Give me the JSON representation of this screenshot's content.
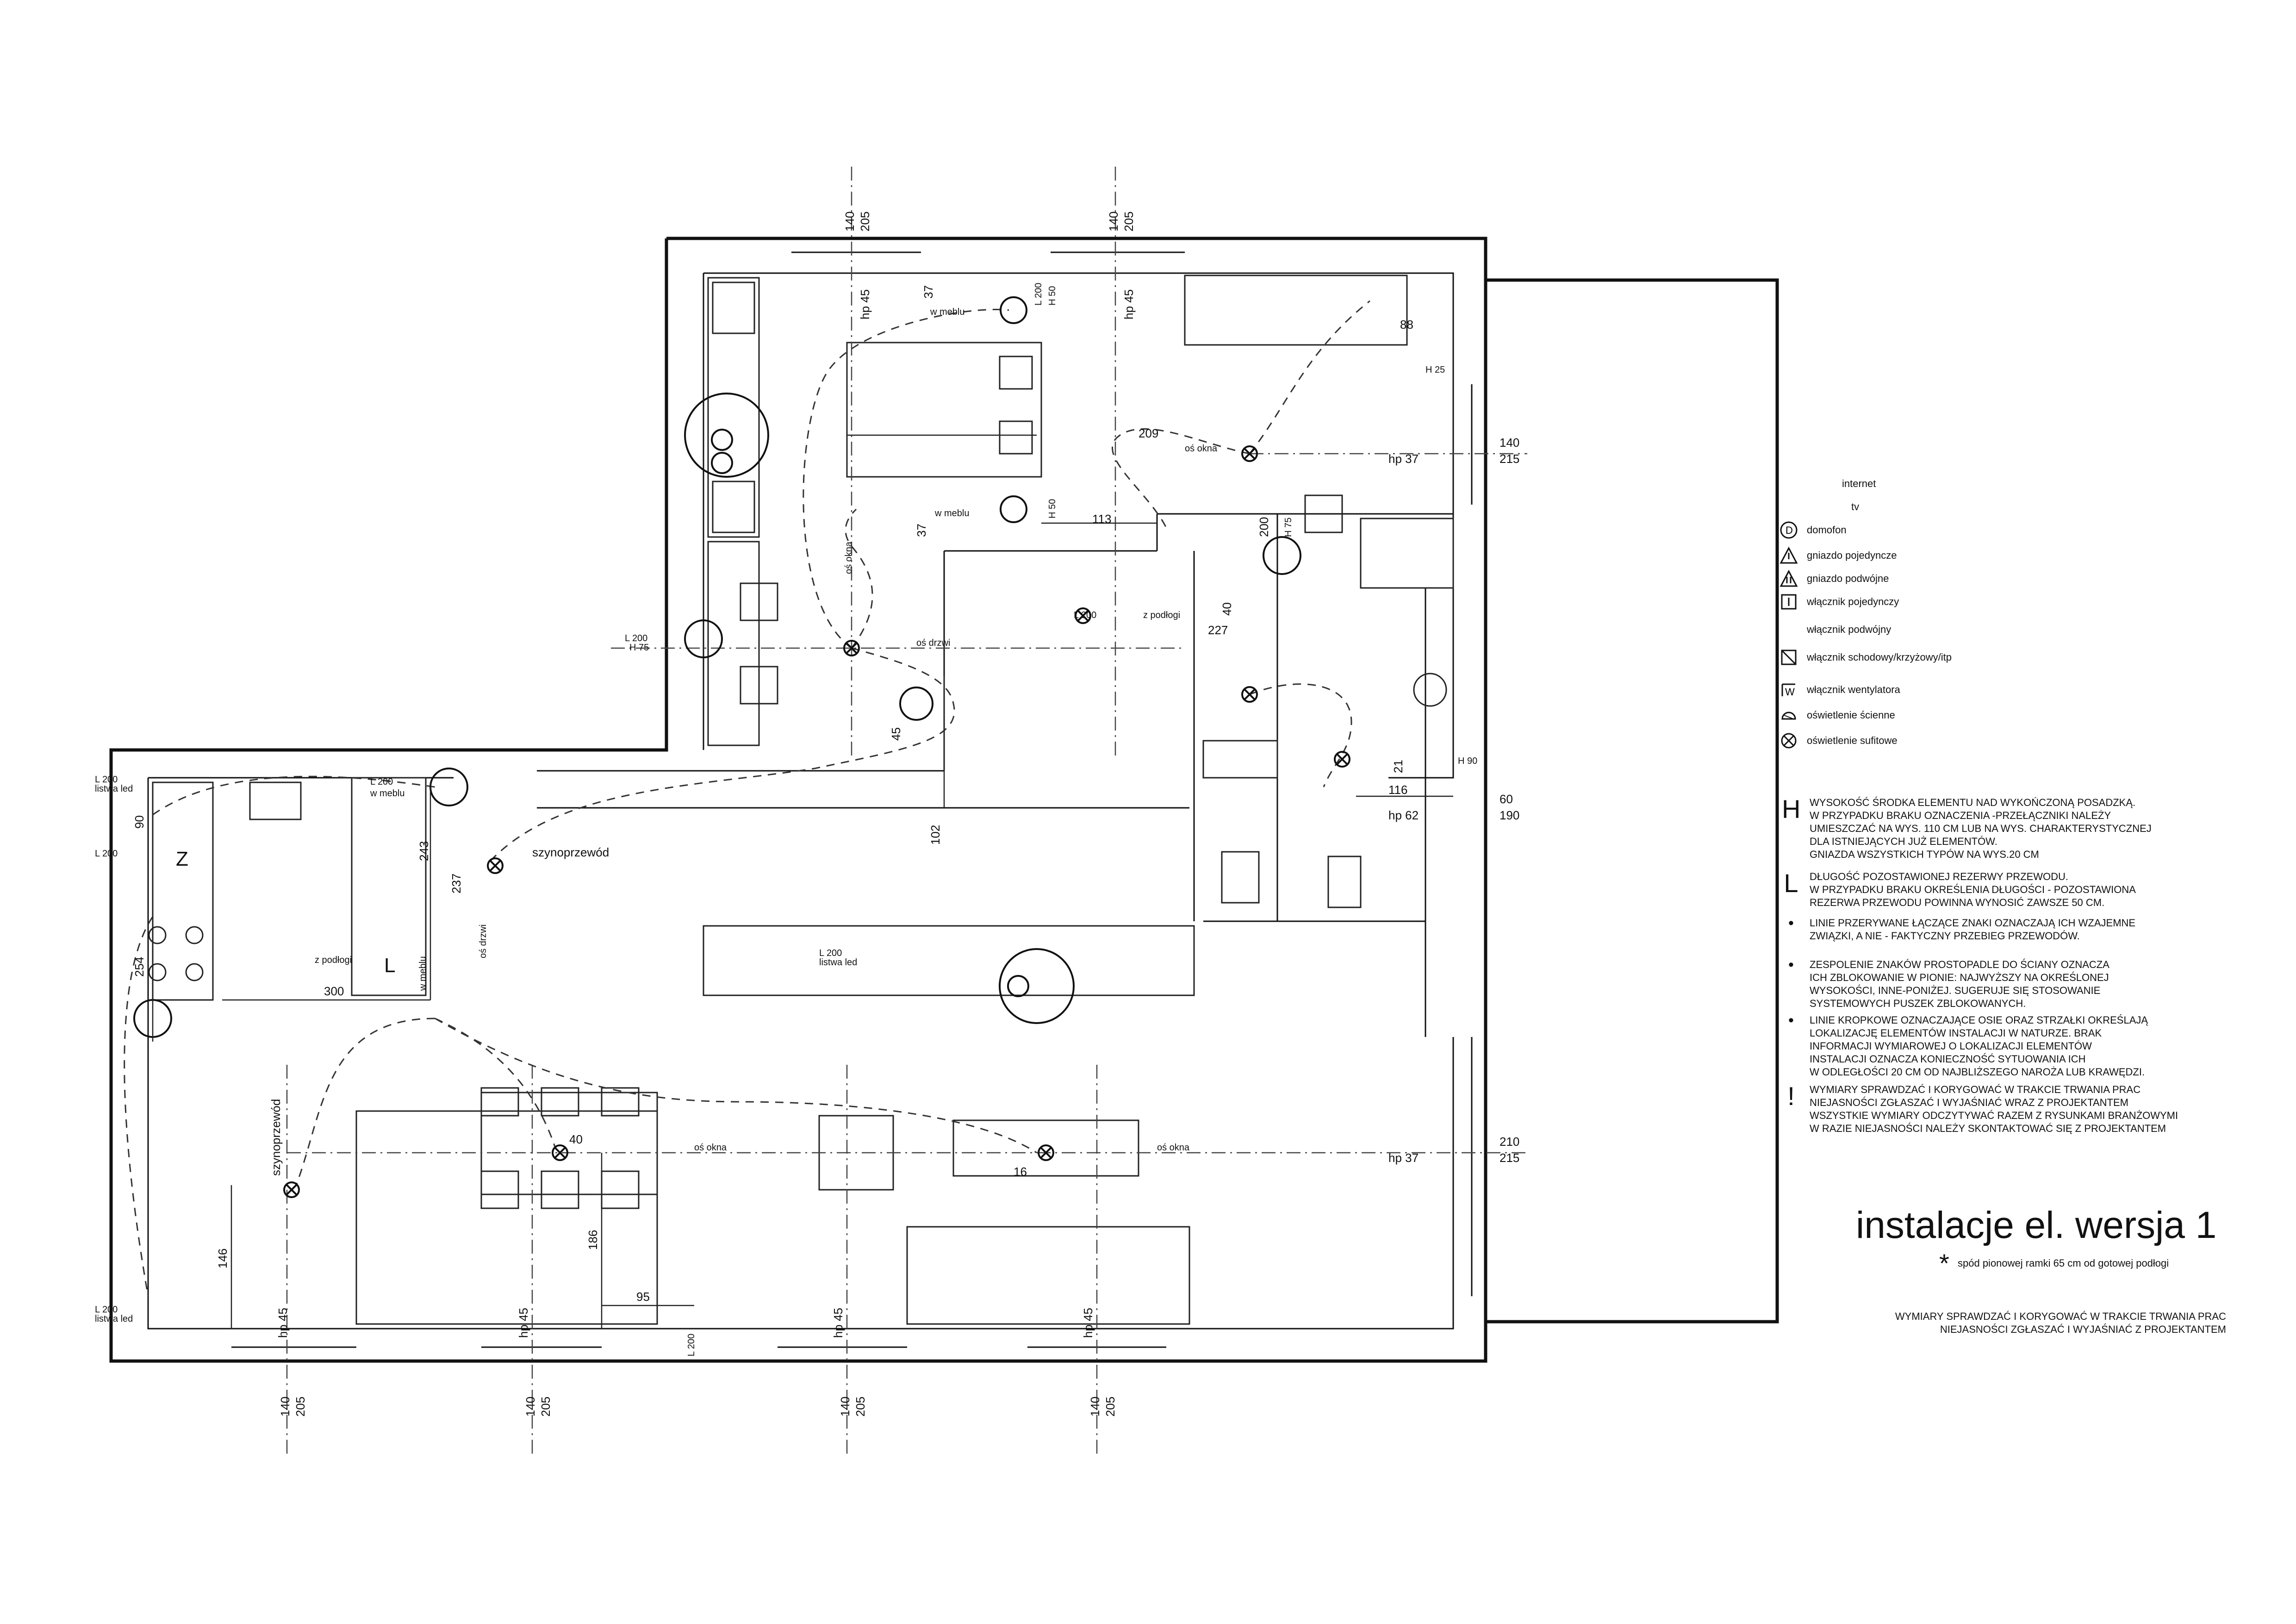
{
  "title": "instalacje el. wersja 1",
  "subtitle_mark": "*",
  "subtitle": "spód pionowej ramki 65 cm od gotowej podłogi",
  "footer": {
    "line1": "WYMIARY SPRAWDZAĆ I KORYGOWAĆ W TRAKCIE TRWANIA PRAC",
    "line2": "NIEJASNOŚCI ZGŁASZAĆ I WYJAŚNIAĆ  Z PROJEKTANTEM"
  },
  "legend": [
    {
      "icon": "internet-icon",
      "label": "internet"
    },
    {
      "icon": "tv-icon",
      "label": "tv"
    },
    {
      "icon": "intercom-icon",
      "label": "domofon"
    },
    {
      "icon": "single-socket-icon",
      "label": "gniazdo pojedyncze"
    },
    {
      "icon": "double-socket-icon",
      "label": "gniazdo podwójne"
    },
    {
      "icon": "single-switch-icon",
      "label": "włącznik pojedynczy"
    },
    {
      "icon": "double-switch-icon",
      "label": "włącznik podwójny"
    },
    {
      "icon": "stair-switch-icon",
      "label": "włącznik schodowy/krzyżowy/itp"
    },
    {
      "icon": "fan-switch-icon",
      "label": "włącznik wentylatora"
    },
    {
      "icon": "wall-light-icon",
      "label": "oświetlenie ścienne"
    },
    {
      "icon": "ceiling-light-icon",
      "label": "oświetlenie sufitowe"
    }
  ],
  "notes": [
    {
      "mark": "H",
      "lines": [
        "WYSOKOŚĆ ŚRODKA ELEMENTU NAD WYKOŃCZONĄ POSADZKĄ.",
        "W PRZYPADKU BRAKU OZNACZENIA -PRZEŁĄCZNIKI NALEŻY",
        "UMIESZCZAĆ NA WYS. 110 CM LUB NA WYS. CHARAKTERYSTYCZNEJ",
        "DLA ISTNIEJĄCYCH JUŻ ELEMENTÓW.",
        "GNIAZDA WSZYSTKICH TYPÓW NA WYS.20 CM"
      ]
    },
    {
      "mark": "L",
      "lines": [
        "DŁUGOŚĆ POZOSTAWIONEJ REZERWY PRZEWODU.",
        "W PRZYPADKU BRAKU OKREŚLENIA DŁUGOŚCI - POZOSTAWIONA",
        "REZERWA PRZEWODU POWINNA WYNOSIĆ ZAWSZE 50 CM."
      ]
    },
    {
      "mark": "•",
      "lines": [
        "LINIE PRZERYWANE ŁĄCZĄCE ZNAKI OZNACZAJĄ ICH WZAJEMNE",
        "ZWIĄZKI, A NIE - FAKTYCZNY PRZEBIEG PRZEWODÓW."
      ]
    },
    {
      "mark": "•",
      "lines": [
        "ZESPOLENIE ZNAKÓW PROSTOPADLE DO ŚCIANY OZNACZA",
        "ICH ZBLOKOWANIE W PIONIE: NAJWYŻSZY NA OKREŚLONEJ",
        "WYSOKOŚCI, INNE-PONIŻEJ. SUGERUJE SIĘ STOSOWANIE",
        "SYSTEMOWYCH PUSZEK ZBLOKOWANYCH."
      ]
    },
    {
      "mark": "•",
      "lines": [
        "LINIE KROPKOWE OZNACZAJĄCE OSIE ORAZ STRZAŁKI OKREŚLAJĄ",
        "LOKALIZACJĘ ELEMENTÓW INSTALACJI W NATURZE. BRAK",
        "INFORMACJI WYMIAROWEJ O LOKALIZACJI ELEMENTÓW",
        "INSTALACJI OZNACZA KONIECZNOŚĆ SYTUOWANIA ICH",
        "W ODLEGŁOŚCI 20 CM OD NAJBLIŻSZEGO NAROŻA LUB KRAWĘDZI."
      ]
    },
    {
      "mark": "!",
      "lines": [
        "WYMIARY SPRAWDZAĆ I KORYGOWAĆ W TRAKCIE TRWANIA PRAC",
        "NIEJASNOŚCI ZGŁASZAĆ I WYJAŚNIAĆ WRAZ Z PROJEKTANTEM",
        "WSZYSTKIE WYMIARY ODCZYTYWAĆ RAZEM Z RYSUNKAMI BRANŻOWYMI",
        "W RAZIE NIEJASNOŚCI NALEŻY SKONTAKTOWAĆ SIĘ Z PROJEKTANTEM"
      ]
    }
  ],
  "plan_labels": {
    "top_140_a": "140",
    "top_205_a": "205",
    "top_140_b": "140",
    "top_205_b": "205",
    "bot_140_a": "140",
    "bot_205_a": "205",
    "bot_140_b": "140",
    "bot_205_b": "205",
    "bot_140_c": "140",
    "bot_205_c": "205",
    "bot_140_d": "140",
    "bot_205_d": "205",
    "right_140": "140",
    "right_215": "215",
    "right_60": "60",
    "right_190": "190",
    "right_210": "210",
    "right_215b": "215",
    "hp45_a": "hp 45",
    "hp45_b": "hp 45",
    "hp37_a": "hp 37",
    "hp62": "hp 62",
    "hp37_b": "hp 37",
    "hp45_c": "hp 45",
    "hp45_d": "hp 45",
    "hp45_e": "hp 45",
    "hp45_f": "hp 45",
    "d37_a": "37",
    "d37_b": "37",
    "d88": "88",
    "d209": "209",
    "d113": "113",
    "d200v": "200",
    "d40_a": "40",
    "d227": "227",
    "d45": "45",
    "d21": "21",
    "d116": "116",
    "d102": "102",
    "d243": "243",
    "d237": "237",
    "d90": "90",
    "d254": "254",
    "d300": "300",
    "d40_b": "40",
    "d16": "16",
    "d186": "186",
    "d146": "146",
    "d95": "95",
    "os_okna_1": "oś okna",
    "os_okna_2": "oś okna",
    "os_okna_3": "oś okna",
    "os_okna_v": "oś okna",
    "os_drzwi_1": "oś drzwi",
    "os_drzwi_v": "oś drzwi",
    "szyno_1": "szynoprzewód",
    "szyno_2": "szynoprzewód",
    "w_meblu_1": "w meblu",
    "w_meblu_2": "w meblu",
    "w_meblu_3": "w meblu",
    "w_meblu_4": "w meblu",
    "z_podlogi_1": "z podłogi",
    "z_podlogi_2": "z podłogi",
    "L200_a": "L 200",
    "L200_b": "L 200",
    "L200_c": "L 200",
    "L200_d": "L 200",
    "L200_e": "L 200",
    "L200_f": "L 200",
    "L200_g": "L 200",
    "L200_h": "L 200",
    "L200_i": "L 200",
    "listwa_led_1": "listwa led",
    "listwa_led_2": "listwa led",
    "listwa_led_3": "listwa led",
    "H50_a": "H 50",
    "H50_b": "H 50",
    "H75": "H 75",
    "H25": "H 25",
    "H90": "H 90",
    "H75b": "H 75",
    "mark_Z": "Z",
    "mark_L": "L"
  }
}
